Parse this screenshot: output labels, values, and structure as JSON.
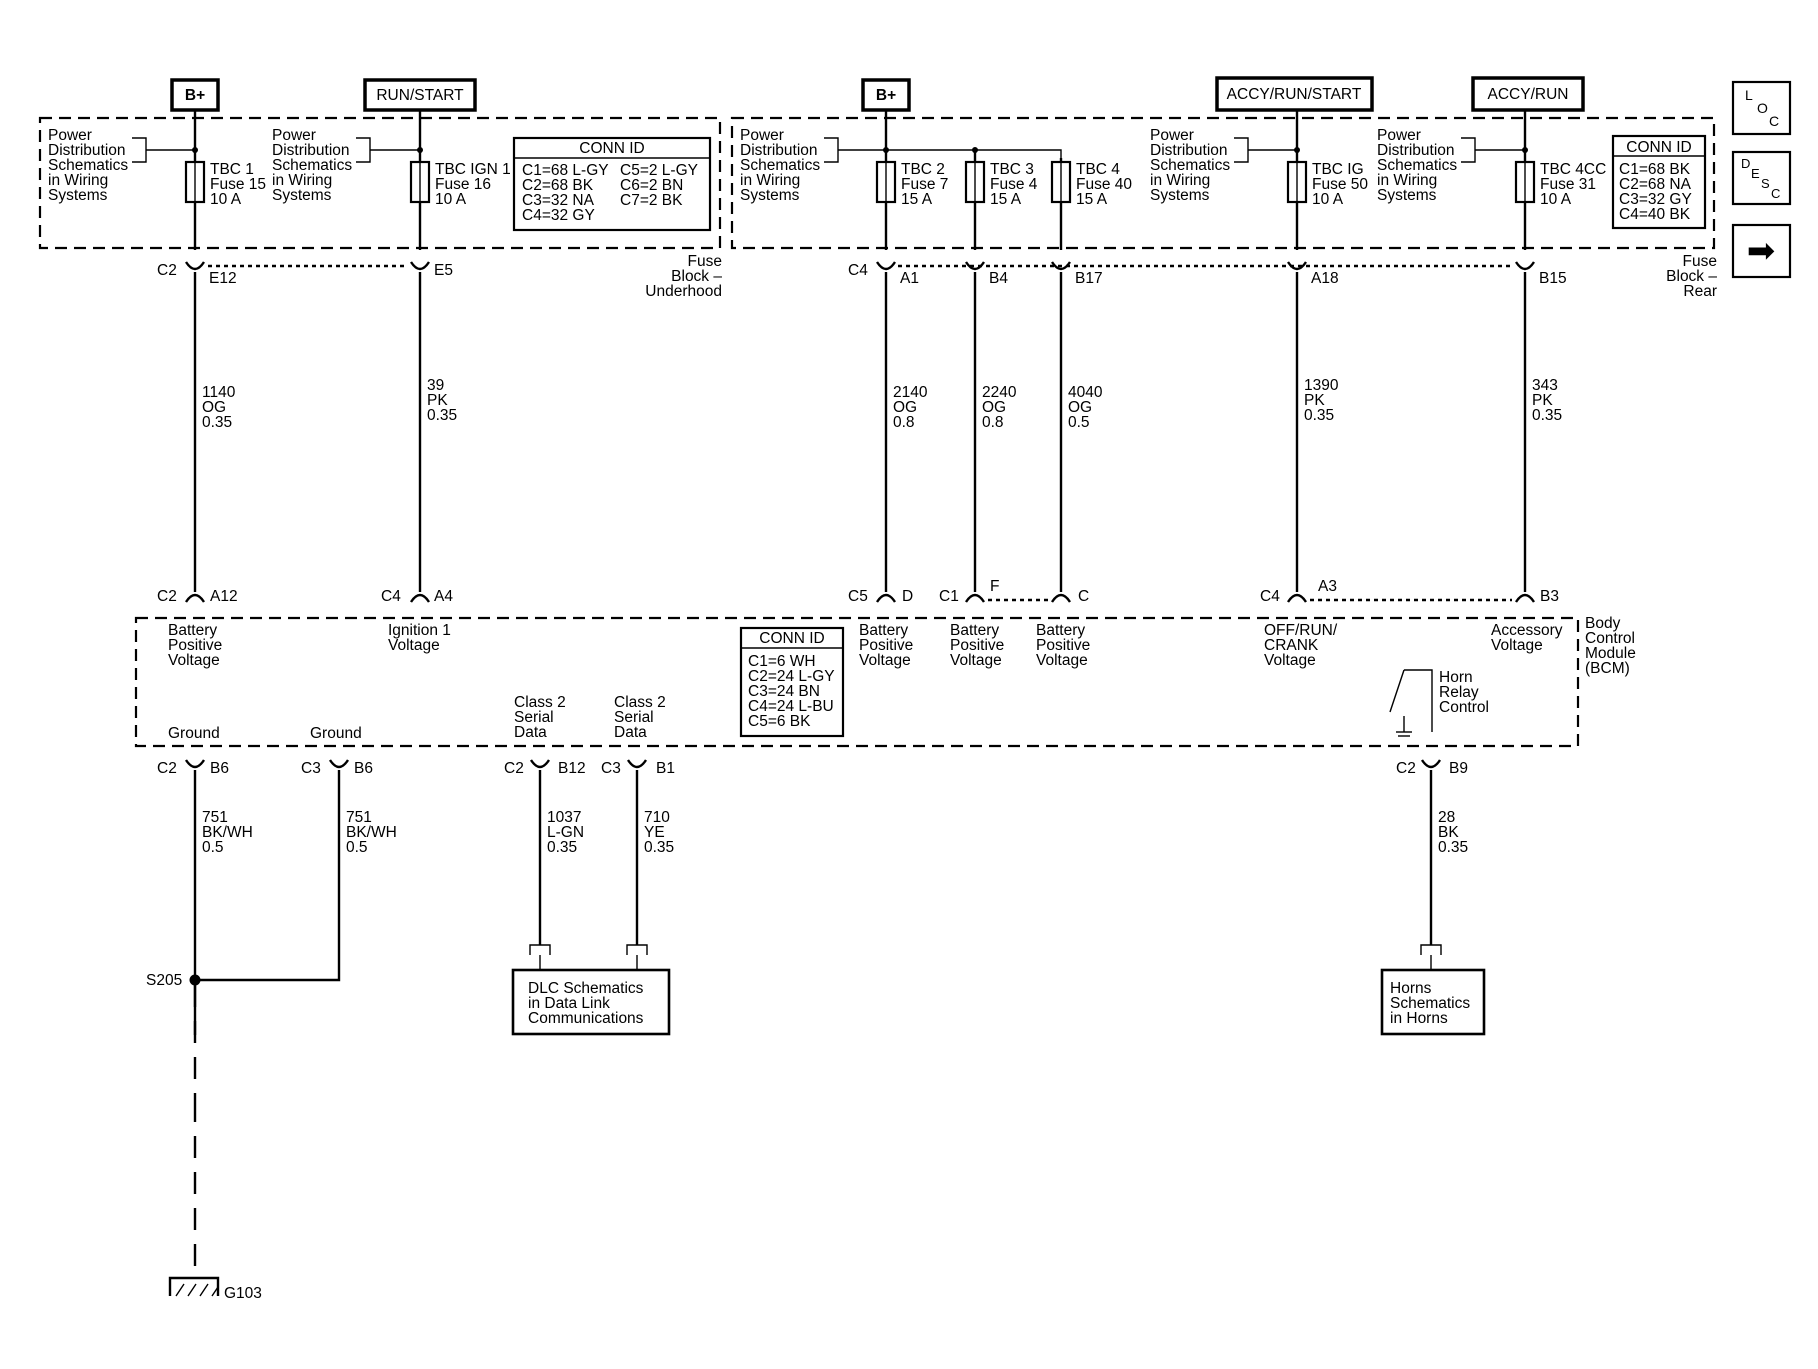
{
  "power_sources": {
    "bplus_1": "B+",
    "run_start": "RUN/START",
    "bplus_2": "B+",
    "accy_run_start": "ACCY/RUN/START",
    "accy_run": "ACCY/RUN"
  },
  "nav": {
    "loc": [
      "L",
      "O",
      "C"
    ],
    "desc": [
      "D",
      "E",
      "S",
      "C"
    ],
    "next_arrow": "➡"
  },
  "ref_text": [
    "Power",
    "Distribution",
    "Schematics",
    "in Wiring",
    "Systems"
  ],
  "fuses": {
    "f1": [
      "TBC 1",
      "Fuse 15",
      "10 A"
    ],
    "f2": [
      "TBC IGN 1",
      "Fuse 16",
      "10 A"
    ],
    "f3": [
      "TBC 2",
      "Fuse 7",
      "15 A"
    ],
    "f4": [
      "TBC 3",
      "Fuse 4",
      "15 A"
    ],
    "f5": [
      "TBC 4",
      "Fuse 40",
      "15 A"
    ],
    "f6": [
      "TBC IG",
      "Fuse 50",
      "10 A"
    ],
    "f7": [
      "TBC 4CC",
      "Fuse 31",
      "10 A"
    ]
  },
  "conn_underhood": {
    "title": "CONN ID",
    "left": [
      "C1=68 L-GY",
      "C2=68 BK",
      "C3=32 NA",
      "C4=32 GY"
    ],
    "right": [
      "C5=2 L-GY",
      "C6=2 BN",
      "C7=2 BK"
    ]
  },
  "conn_rear": {
    "title": "CONN ID",
    "rows": [
      "C1=68 BK",
      "C2=68 NA",
      "C3=32 GY",
      "C4=40 BK"
    ]
  },
  "conn_bcm": {
    "title": "CONN ID",
    "rows": [
      "C1=6 WH",
      "C2=24 L-GY",
      "C3=24 BN",
      "C4=24 L-BU",
      "C5=6 BK"
    ]
  },
  "fuse_block_underhood": [
    "Fuse",
    "Block –",
    "Underhood"
  ],
  "fuse_block_rear": [
    "Fuse",
    "Block –",
    "Rear"
  ],
  "fb_pins": {
    "c2": "C2",
    "e12": "E12",
    "e5": "E5",
    "c4": "C4",
    "a1": "A1",
    "b4": "B4",
    "b17": "B17",
    "a18": "A18",
    "b15": "B15"
  },
  "wires": {
    "w1": [
      "1140",
      "OG",
      "0.35"
    ],
    "w2": [
      "39",
      "PK",
      "0.35"
    ],
    "w3": [
      "2140",
      "OG",
      "0.8"
    ],
    "w4": [
      "2240",
      "OG",
      "0.8"
    ],
    "w5": [
      "4040",
      "OG",
      "0.5"
    ],
    "w6": [
      "1390",
      "PK",
      "0.35"
    ],
    "w7": [
      "343",
      "PK",
      "0.35"
    ],
    "w8": [
      "751",
      "BK/WH",
      "0.5"
    ],
    "w9": [
      "751",
      "BK/WH",
      "0.5"
    ],
    "w10": [
      "1037",
      "L-GN",
      "0.35"
    ],
    "w11": [
      "710",
      "YE",
      "0.35"
    ],
    "w12": [
      "28",
      "BK",
      "0.35"
    ]
  },
  "bcm_top_pins": {
    "c2": "C2",
    "a12": "A12",
    "c4a": "C4",
    "a4": "A4",
    "c5": "C5",
    "d": "D",
    "c1": "C1",
    "f": "F",
    "c": "C",
    "c4b": "C4",
    "a3": "A3",
    "b3": "B3"
  },
  "bcm_labels": {
    "batt1": [
      "Battery",
      "Positive",
      "Voltage"
    ],
    "ign": [
      "Ignition 1",
      "Voltage"
    ],
    "batt2": [
      "Battery",
      "Positive",
      "Voltage"
    ],
    "batt3": [
      "Battery",
      "Positive",
      "Voltage"
    ],
    "batt4": [
      "Battery",
      "Positive",
      "Voltage"
    ],
    "offrun": [
      "OFF/RUN/",
      "CRANK",
      "Voltage"
    ],
    "accy": [
      "Accessory",
      "Voltage"
    ],
    "module": [
      "Body",
      "Control",
      "Module",
      "(BCM)"
    ],
    "ground1": "Ground",
    "ground2": "Ground",
    "class2a": [
      "Class 2",
      "Serial",
      "Data"
    ],
    "class2b": [
      "Class 2",
      "Serial",
      "Data"
    ],
    "horn": [
      "Horn",
      "Relay",
      "Control"
    ]
  },
  "bcm_bottom_pins": {
    "c2a": "C2",
    "b6a": "B6",
    "c3a": "C3",
    "b6b": "B6",
    "c2b": "C2",
    "b12": "B12",
    "c3b": "C3",
    "b1": "B1",
    "c2c": "C2",
    "b9": "B9"
  },
  "splice": "S205",
  "ground_id": "G103",
  "dlc_box": [
    "DLC Schematics",
    "in Data Link",
    "Communications"
  ],
  "horns_box": [
    "Horns",
    "Schematics",
    "in Horns"
  ]
}
